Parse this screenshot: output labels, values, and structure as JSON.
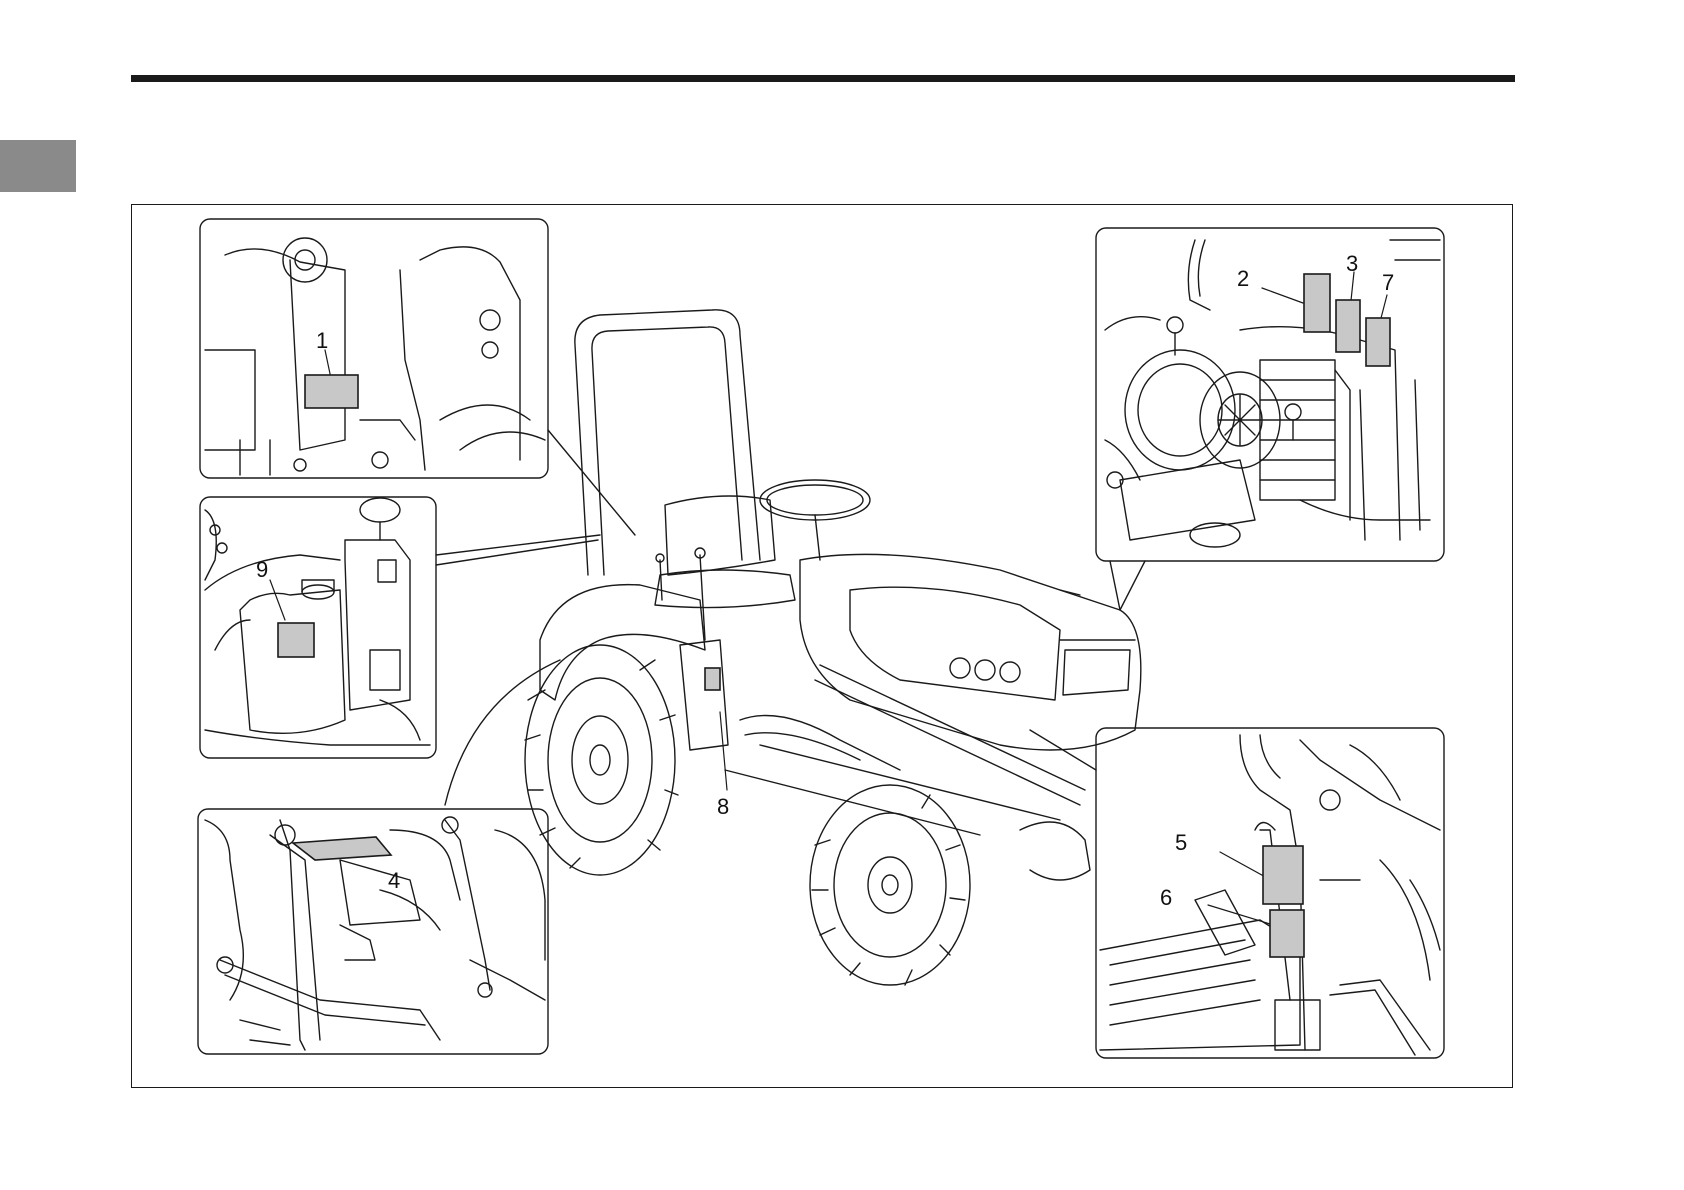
{
  "callouts": {
    "c1": "1",
    "c2": "2",
    "c3": "3",
    "c4": "4",
    "c5": "5",
    "c6": "6",
    "c7": "7",
    "c8": "8",
    "c9": "9"
  },
  "colors": {
    "ink": "#1a1a1a",
    "decal_fill": "#c8c8c8",
    "side_tab": "#8a8a8a"
  }
}
